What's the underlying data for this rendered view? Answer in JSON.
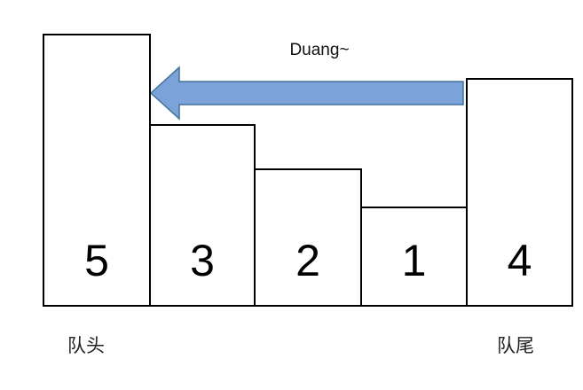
{
  "queue": {
    "bars": [
      {
        "label": "5"
      },
      {
        "label": "3"
      },
      {
        "label": "2"
      },
      {
        "label": "1"
      },
      {
        "label": "4"
      }
    ],
    "head_label": "队头",
    "tail_label": "队尾"
  },
  "arrow": {
    "label": "Duang~",
    "fill_color": "#7ba3d9",
    "stroke_color": "#41729b"
  }
}
